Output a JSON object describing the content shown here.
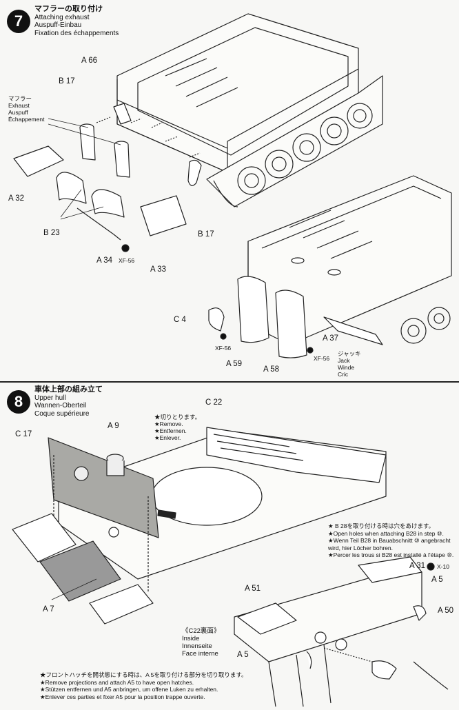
{
  "step7": {
    "number": "7",
    "title_jp": "マフラーの取り付け",
    "title_en": "Attaching exhaust",
    "title_de": "Auspuff-Einbau",
    "title_fr": "Fixation des échappements",
    "muffler_jp": "マフラー",
    "muffler_en": "Exhaust",
    "muffler_de": "Auspuff",
    "muffler_fr": "Échappement",
    "jack_jp": "ジャッキ",
    "jack_en": "Jack",
    "jack_de": "Winde",
    "jack_fr": "Cric",
    "parts": {
      "a66": "A 66",
      "b17a": "B 17",
      "b17b": "B 17",
      "a32": "A 32",
      "b23": "B 23",
      "a34": "A 34",
      "xf56a": "XF-56",
      "a33": "A 33",
      "c4": "C 4",
      "xf56b": "XF-56",
      "a59": "A 59",
      "a58": "A 58",
      "a37": "A 37",
      "xf56c": "XF-56"
    }
  },
  "step8": {
    "number": "8",
    "title_jp": "車体上部の組み立て",
    "title_en": "Upper hull",
    "title_de": "Wannen-Oberteil",
    "title_fr": "Coque supérieure",
    "cut_note_jp": "★切りとります。",
    "cut_note_en": "★Remove.",
    "cut_note_de": "★Entfernen.",
    "cut_note_fr": "★Enlever.",
    "holes_jp": "★ B 28を取り付ける時は穴をあけます。",
    "holes_en": "★Open holes when attaching B28 in step ⑩.",
    "holes_de": "★Wenn Teil B28 in Bauabschnitt ⑩ angebracht wird, hier Löcher bohren.",
    "holes_fr": "★Percer les trous si B28 est installé à l'étape ⑩.",
    "inside_jp": "《C22裏面》",
    "inside_en": "Inside",
    "inside_de": "Innenseite",
    "inside_fr": "Face interne",
    "hatch_jp": "★フロントハッチを開状態にする時は、A 5を取り付ける部分を切り取ります。",
    "hatch_en": "★Remove projections and attach A5 to have open hatches.",
    "hatch_de": "★Stützen entfernen und A5 anbringen, um offene Luken zu erhalten.",
    "hatch_fr": "★Enlever ces parties et fixer A5 pour la position trappe ouverte.",
    "parts": {
      "c22": "C 22",
      "a9": "A 9",
      "c17": "C 17",
      "a7": "A 7",
      "a31": "A 31",
      "x10": "X-10",
      "a5a": "A 5",
      "a50": "A 50",
      "a51": "A 51",
      "a5b": "A 5"
    }
  }
}
